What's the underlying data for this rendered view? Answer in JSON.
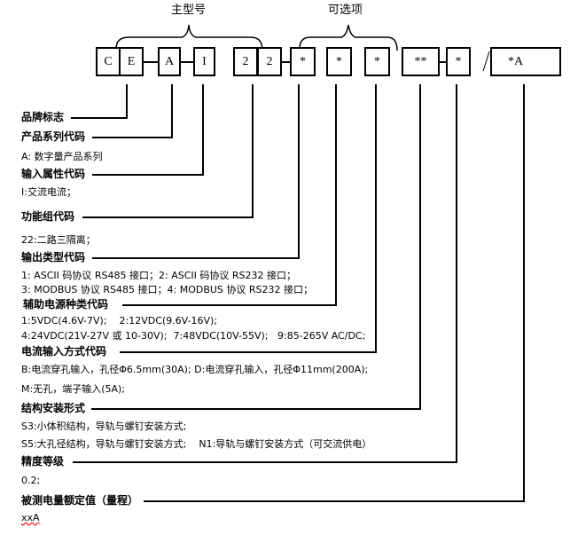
{
  "header": {
    "main_model": "主型号",
    "options": "可选项"
  },
  "code_boxes": [
    "C",
    "E",
    "A",
    "I",
    "2",
    "2",
    "*",
    "*",
    "*",
    "**",
    "*",
    "*A"
  ],
  "separator": "/",
  "sections": [
    {
      "title": "品牌标志",
      "lines": []
    },
    {
      "title": "产品系列代码",
      "lines": [
        "A: 数字量产品系列"
      ]
    },
    {
      "title": "输入属性代码",
      "lines": [
        "I:交流电流；"
      ]
    },
    {
      "title": "功能组代码",
      "lines": [
        "22:二路三隔离；"
      ]
    },
    {
      "title": "输出类型代码",
      "lines": [
        "1: ASCII 码协议 RS485 接口；2: ASCII 码协议 RS232 接口；",
        "3: MODBUS 协议 RS485 接口；4: MODBUS 协议 RS232 接口；"
      ]
    },
    {
      "title": "辅助电源种类代码",
      "lines": [
        "1:5VDC(4.6V-7V);    2:12VDC(9.6V-16V);",
        "4:24VDC(21V-27V 或 10-30V);  7:48VDC(10V-55V);   9:85-265V AC/DC;"
      ]
    },
    {
      "title": "电流输入方式代码",
      "lines": [
        "B:电流穿孔输入，孔径Φ6.5mm(30A); D:电流穿孔输入，孔径Φ11mm(200A);",
        "M:无孔，端子输入(5A);"
      ]
    },
    {
      "title": "结构安装形式",
      "lines": [
        "S3:小体积结构，导轨与螺钉安装方式;",
        "S5:大孔径结构，导轨与螺钉安装方式;    N1:导轨与螺钉安装方式（可交流供电）"
      ]
    },
    {
      "title": "精度等级",
      "lines": [
        "0.2;"
      ]
    },
    {
      "title": "被测电量额定值（量程）",
      "lines": [
        "xxA"
      ]
    }
  ]
}
